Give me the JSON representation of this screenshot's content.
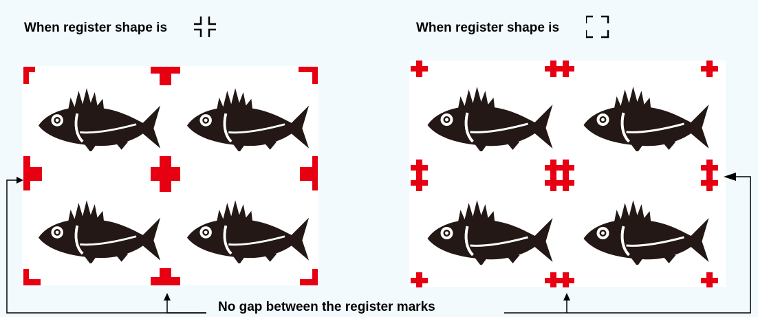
{
  "headings": {
    "left": "When register shape is",
    "right": "When register shape is"
  },
  "note": "No gap between the register marks",
  "colors": {
    "mark": "#e60012",
    "fish": "#231815",
    "background": "#f2fafd",
    "panel": "#ffffff"
  },
  "icons": [
    "corner-register-outward-icon",
    "corner-register-inward-icon",
    "fish-icon",
    "register-mark"
  ]
}
